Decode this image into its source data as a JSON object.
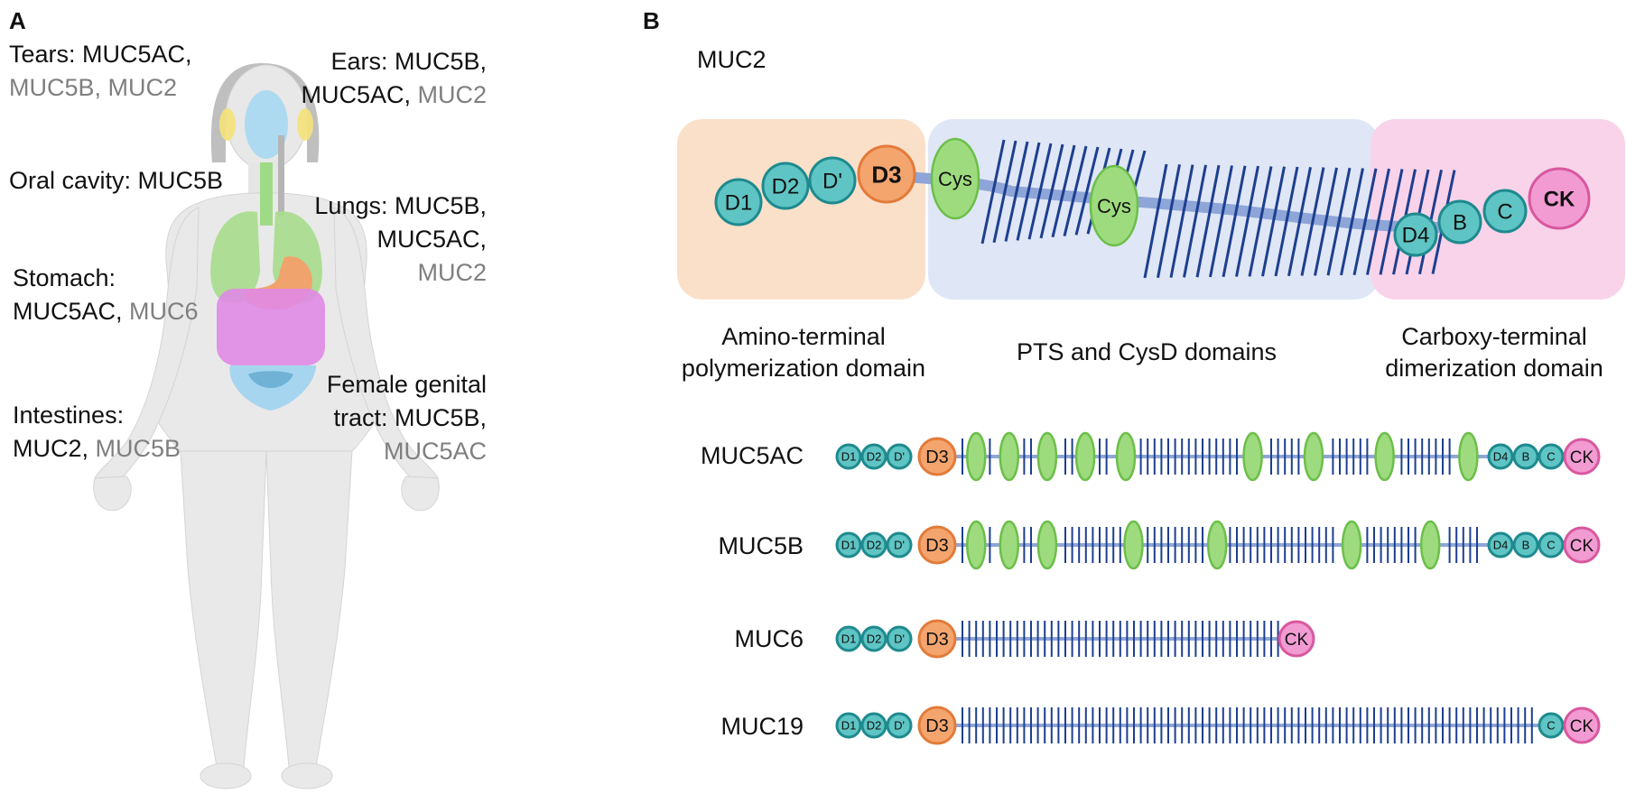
{
  "panel_a": {
    "letter": "A",
    "tears": {
      "main": "Tears: MUC5AC,",
      "minor": "MUC5B, MUC2"
    },
    "ears": {
      "main1": "Ears: MUC5B,",
      "main2": "MUC5AC,",
      "minor": "MUC2"
    },
    "oral": {
      "main": "Oral cavity: MUC5B"
    },
    "lungs": {
      "main1": "Lungs: MUC5B,",
      "main2": "MUC5AC,",
      "minor": "MUC2"
    },
    "stomach": {
      "main1": "Stomach:",
      "main2": "MUC5AC,",
      "minor": "MUC6"
    },
    "intestines": {
      "main1": "Intestines:",
      "main2": "MUC2,",
      "minor": "MUC5B"
    },
    "genital": {
      "main1": "Female genital",
      "main2": "tract: MUC5B,",
      "minor": "MUC5AC"
    }
  },
  "panel_b": {
    "letter": "B",
    "muc2": {
      "name": "MUC2",
      "domains": [
        "D1",
        "D2",
        "D'",
        "D3"
      ],
      "cys": [
        "Cys",
        "Cys"
      ],
      "c_domains": [
        "D4",
        "B",
        "C",
        "CK"
      ],
      "captions": {
        "amino1": "Amino-terminal",
        "amino2": "polymerization domain",
        "pts": "PTS and CysD domains",
        "carboxy1": "Carboxy-terminal",
        "carboxy2": "dimerization domain"
      }
    },
    "rows": [
      {
        "name": "MUC5AC",
        "n_cys": 9,
        "c_domains": [
          "D4",
          "B",
          "C",
          "CK"
        ]
      },
      {
        "name": "MUC5B",
        "n_cys": 7,
        "c_domains": [
          "D4",
          "B",
          "C",
          "CK"
        ]
      },
      {
        "name": "MUC6",
        "n_cys": 0,
        "c_domains": [
          "CK"
        ]
      },
      {
        "name": "MUC19",
        "n_cys": 0,
        "c_domains": [
          "C",
          "CK"
        ]
      }
    ],
    "small_domains": [
      "D1",
      "D2",
      "D'",
      "D3"
    ]
  },
  "colors": {
    "teal": "#5fc4c4",
    "teal_stroke": "#1e8a8e",
    "orange": "#f4a56e",
    "orange_stroke": "#e27b3a",
    "green": "#9edb7e",
    "green_stroke": "#6cbf4a",
    "pink": "#f29bd2",
    "pink_stroke": "#d8589f",
    "stick": "#1d3f8f",
    "backbone": "#8ea5d8",
    "amino_bg": "#fbe0c9",
    "pts_bg": "#dfe6f5",
    "carboxy_bg": "#f9d3ea"
  }
}
